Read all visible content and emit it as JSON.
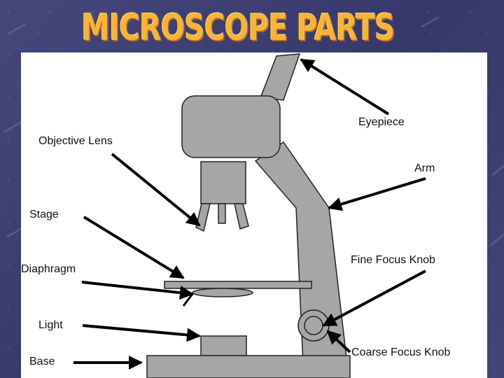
{
  "title": "MICROSCOPE PARTS",
  "labels": {
    "eyepiece": "Eyepiece",
    "objective_lens": "Objective Lens",
    "arm": "Arm",
    "stage": "Stage",
    "diaphragm": "Diaphragm",
    "fine_focus_knob": "Fine Focus Knob",
    "light": "Light",
    "coarse_focus_knob": "Coarse Focus Knob",
    "base": "Base"
  },
  "colors": {
    "background": "#3e3f72",
    "title": "#f7b43a",
    "part_fill": "#a6a6a6",
    "outline": "#222222",
    "arrow": "#000000"
  }
}
